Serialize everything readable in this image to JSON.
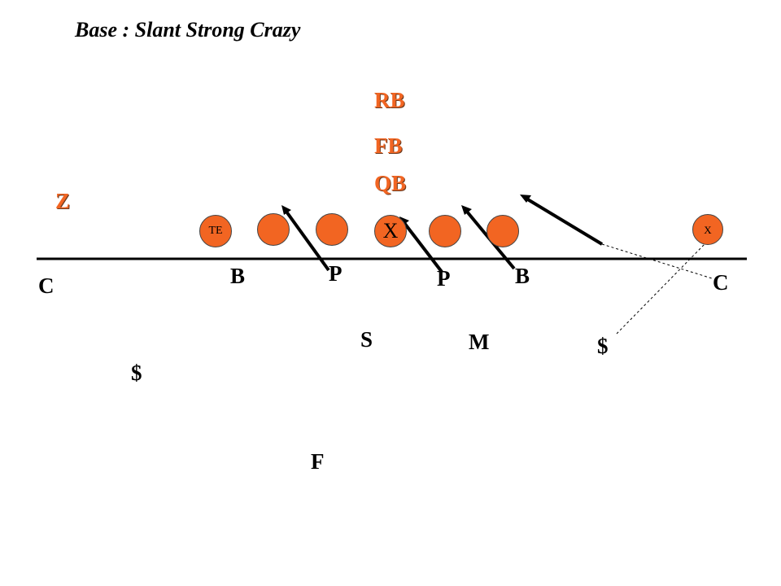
{
  "title": "Base : Slant Strong Crazy",
  "colors": {
    "offense": "#f26522",
    "offense_outline": "#6b3a1f",
    "line_of_scrimmage": "#000000"
  },
  "offense": {
    "rb": "RB",
    "fb": "FB",
    "qb": "QB",
    "z": "Z",
    "te": "TE",
    "center": "X",
    "x_receiver": "X"
  },
  "defense": {
    "corner_left": "C",
    "corner_right": "C",
    "back_left": "B",
    "back_right": "B",
    "pinch_left": "P",
    "pinch_right": "P",
    "sam": "S",
    "mike": "M",
    "money_left": "$",
    "money_right": "$",
    "free": "F"
  }
}
